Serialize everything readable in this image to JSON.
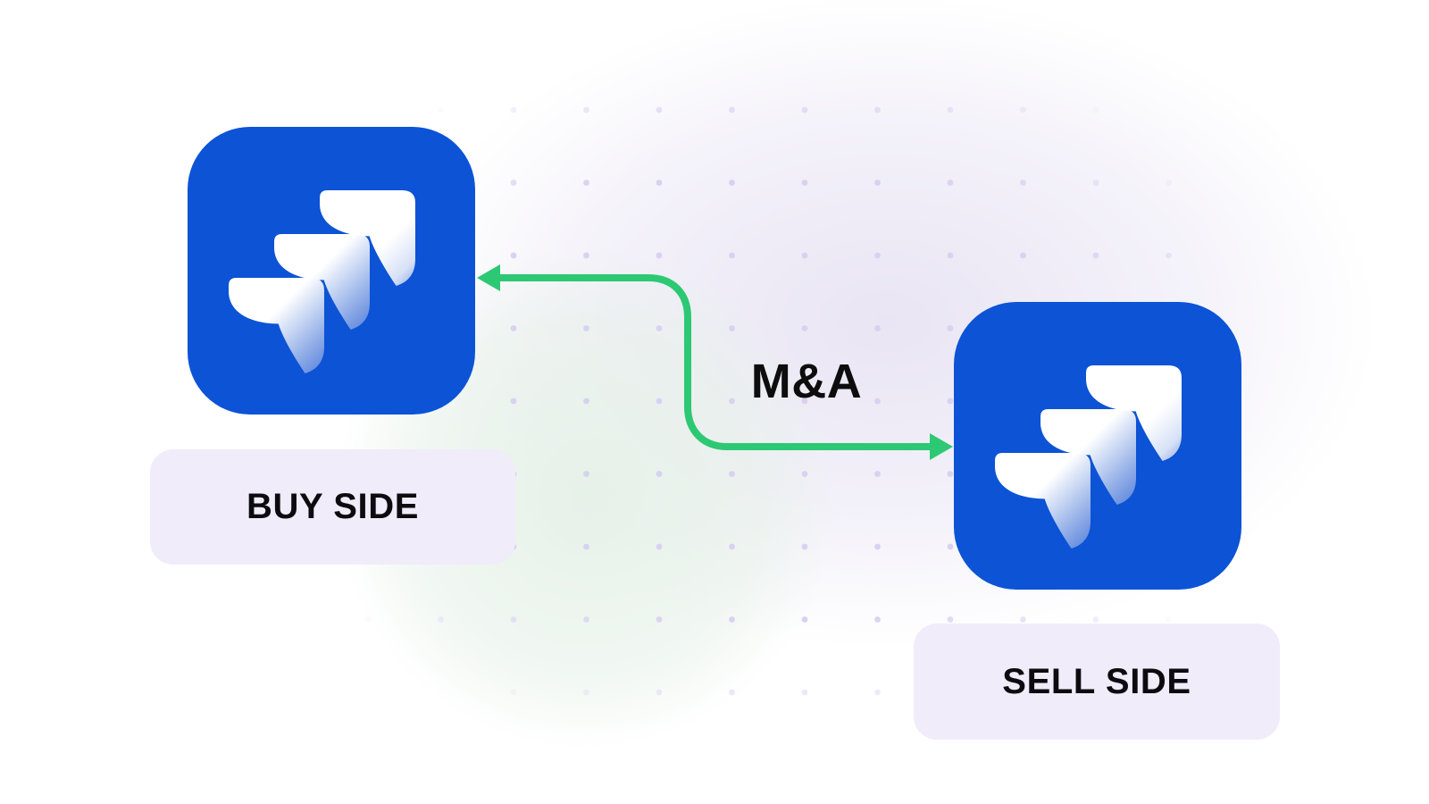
{
  "diagram": {
    "left_node": {
      "label": "BUY SIDE",
      "icon": "jira"
    },
    "right_node": {
      "label": "SELL SIDE",
      "icon": "jira"
    },
    "connector": {
      "label": "M&A",
      "direction": "double-headed"
    }
  },
  "colors": {
    "icon_blue": "#0C53D6",
    "arrow_green": "#2DC873",
    "label_bg": "#F0ECFA",
    "dot_lavender": "#D8D1F0",
    "text_black": "#0D0D0D"
  }
}
